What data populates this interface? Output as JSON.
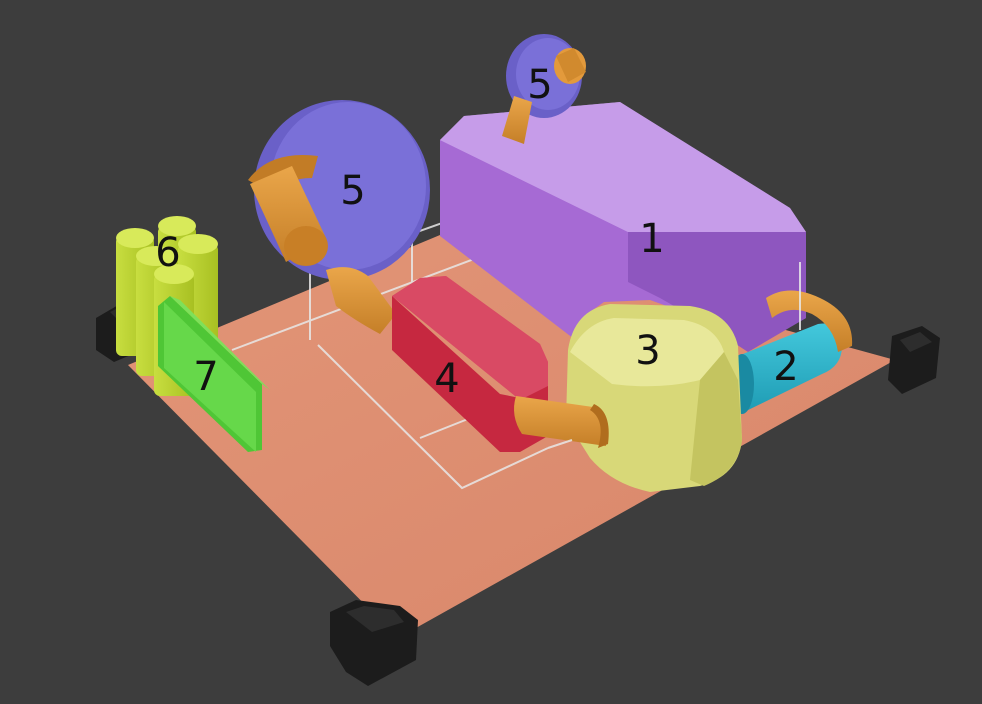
{
  "scene": {
    "colors": {
      "background": "#3d3d3d",
      "floor": "#e08d6f",
      "part_1": "#b07ad8",
      "part_2": "#2fb8cf",
      "part_3": "#dcdc78",
      "part_4": "#cf2f48",
      "part_5": "#6a60c8",
      "part_6": "#c2d838",
      "part_7": "#66d84a",
      "connector": "#e39a3c",
      "feet": "#1c1c1c",
      "frame": "#e8e8e8"
    },
    "labels": {
      "part_1": "1",
      "part_2": "2",
      "part_3": "3",
      "part_4": "4",
      "part_5_large": "5",
      "part_5_small": "5",
      "part_6": "6",
      "part_7": "7"
    }
  }
}
